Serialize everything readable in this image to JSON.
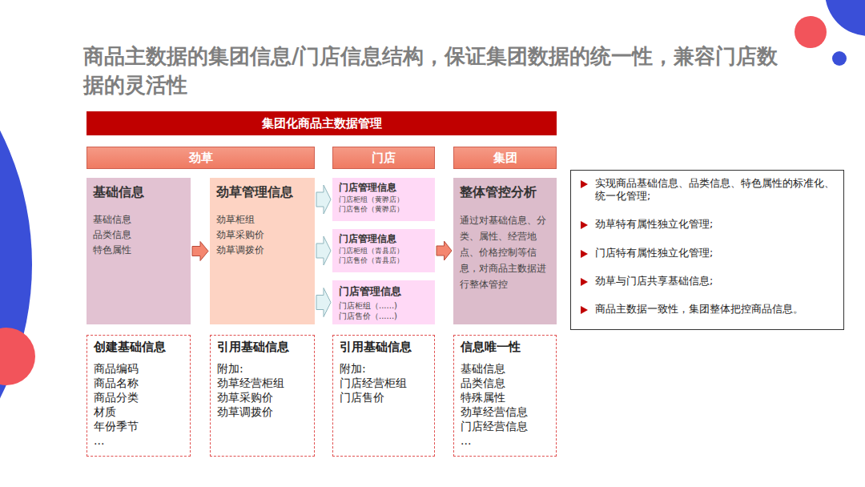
{
  "diagram": {
    "title": "商品主数据的集团信息/门店信息结构，保证集团数据的统一性，兼容门店数据的灵活性",
    "nodes": [
      {
        "text": [
          "集团化商品主数据管理"
        ]
      },
      {
        "text": [
          "劲草"
        ]
      },
      {
        "text": [
          "门店"
        ]
      },
      {
        "text": [
          "集团"
        ]
      },
      {
        "text": [
          "基础信息",
          "基础信息",
          "品类信息",
          "特色属性"
        ]
      },
      {
        "text": [
          "劲草管理信息",
          "劲草柜组",
          "劲草采购价",
          "劲草调拨价"
        ]
      },
      {
        "text": [
          "门店管理信息",
          "门店柜组（黄骅店）",
          "门店售价（黄骅店）"
        ]
      },
      {
        "text": [
          "门店管理信息",
          "门店柜组（青县店）",
          "门店售价（青县店）"
        ]
      },
      {
        "text": [
          "门店管理信息",
          "门店柜组（......)",
          "门店售价（......)"
        ]
      },
      {
        "text": [
          "整体管控分析",
          "通过对基础信息、分类、属性、经营地点、价格控制等信息，对商品主数据进行整体管控"
        ]
      },
      {
        "text": [
          "创建基础信息",
          "商品编码",
          "商品名称",
          "商品分类",
          "材质",
          "年份季节",
          "..."
        ]
      },
      {
        "text": [
          "引用基础信息",
          "附加:",
          "劲草经营柜组",
          "劲草采购价",
          "劲草调拨价"
        ]
      },
      {
        "text": [
          "引用基础信息",
          "附加:",
          "门店经营柜组",
          "门店售价"
        ]
      },
      {
        "text": [
          "信息唯一性",
          "基础信息",
          "品类信息",
          "特殊属性",
          "劲草经营信息",
          "门店经营信息",
          "..."
        ]
      },
      {
        "text": [
          "实现商品基础信息、品类信息、特色属性的标准化、统一化管理;",
          "劲草特有属性独立化管理;",
          "门店特有属性独立化管理;",
          "劲草与门店共享基础信息;",
          "商品主数据一致性，集团整体把控商品信息。"
        ]
      }
    ],
    "edges": [
      {
        "from": 4,
        "to": 5,
        "arrow": "to"
      },
      {
        "from": 5,
        "to": 6,
        "arrow": "to"
      },
      {
        "from": 5,
        "to": 7,
        "arrow": "to"
      },
      {
        "from": 5,
        "to": 8,
        "arrow": "to"
      },
      {
        "from": 7,
        "to": 9,
        "arrow": "to"
      }
    ]
  }
}
